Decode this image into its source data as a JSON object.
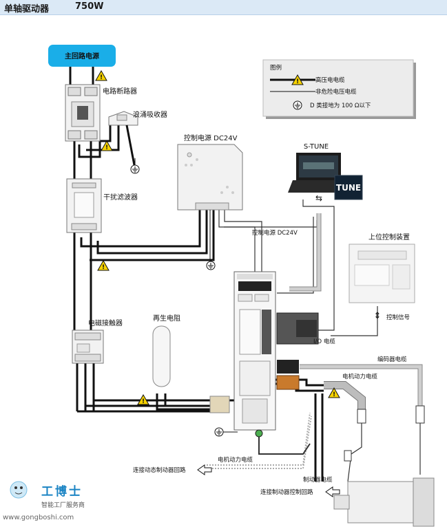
{
  "header": {
    "title": "单轴驱动器",
    "model": "750W"
  },
  "labels": {
    "main_power": "主回路电源",
    "breaker": "电路断路器",
    "surge": "浪涌吸收器",
    "control_ps": "控制电源 DC24V",
    "filter": "干扰滤波器",
    "control_cable": "控制电源 DC24V",
    "stune": "S-TUNE",
    "stune_logo": "TUNE",
    "host": "上位控制装置",
    "ctrl_signal": "控制信号",
    "io_cable": "I/O 电缆",
    "contactor": "电磁接触器",
    "regen": "再生电阻",
    "encoder_cable": "编码器电缆",
    "motor_power_cable": "电机动力电缆",
    "motor_power_cable2": "电机动力电缆",
    "dyn_brake": "连接动态制动器回路",
    "brake_cable": "制动器电缆",
    "brake_ctrl": "连接制动器控制回路"
  },
  "legend": {
    "title": "图例",
    "high_voltage": "高压电电缆",
    "non_hazard": "非危险电压电缆",
    "ground": "D 类接地为 100 Ω以下"
  },
  "watermark": {
    "name": "工博士",
    "sub": "智能工厂服务商",
    "url": "www.gongboshi.com"
  },
  "colors": {
    "accent": "#1aaee8",
    "header_bg": "#dbe9f6",
    "warning": "#f6d200",
    "ground_green": "#4caf50"
  }
}
